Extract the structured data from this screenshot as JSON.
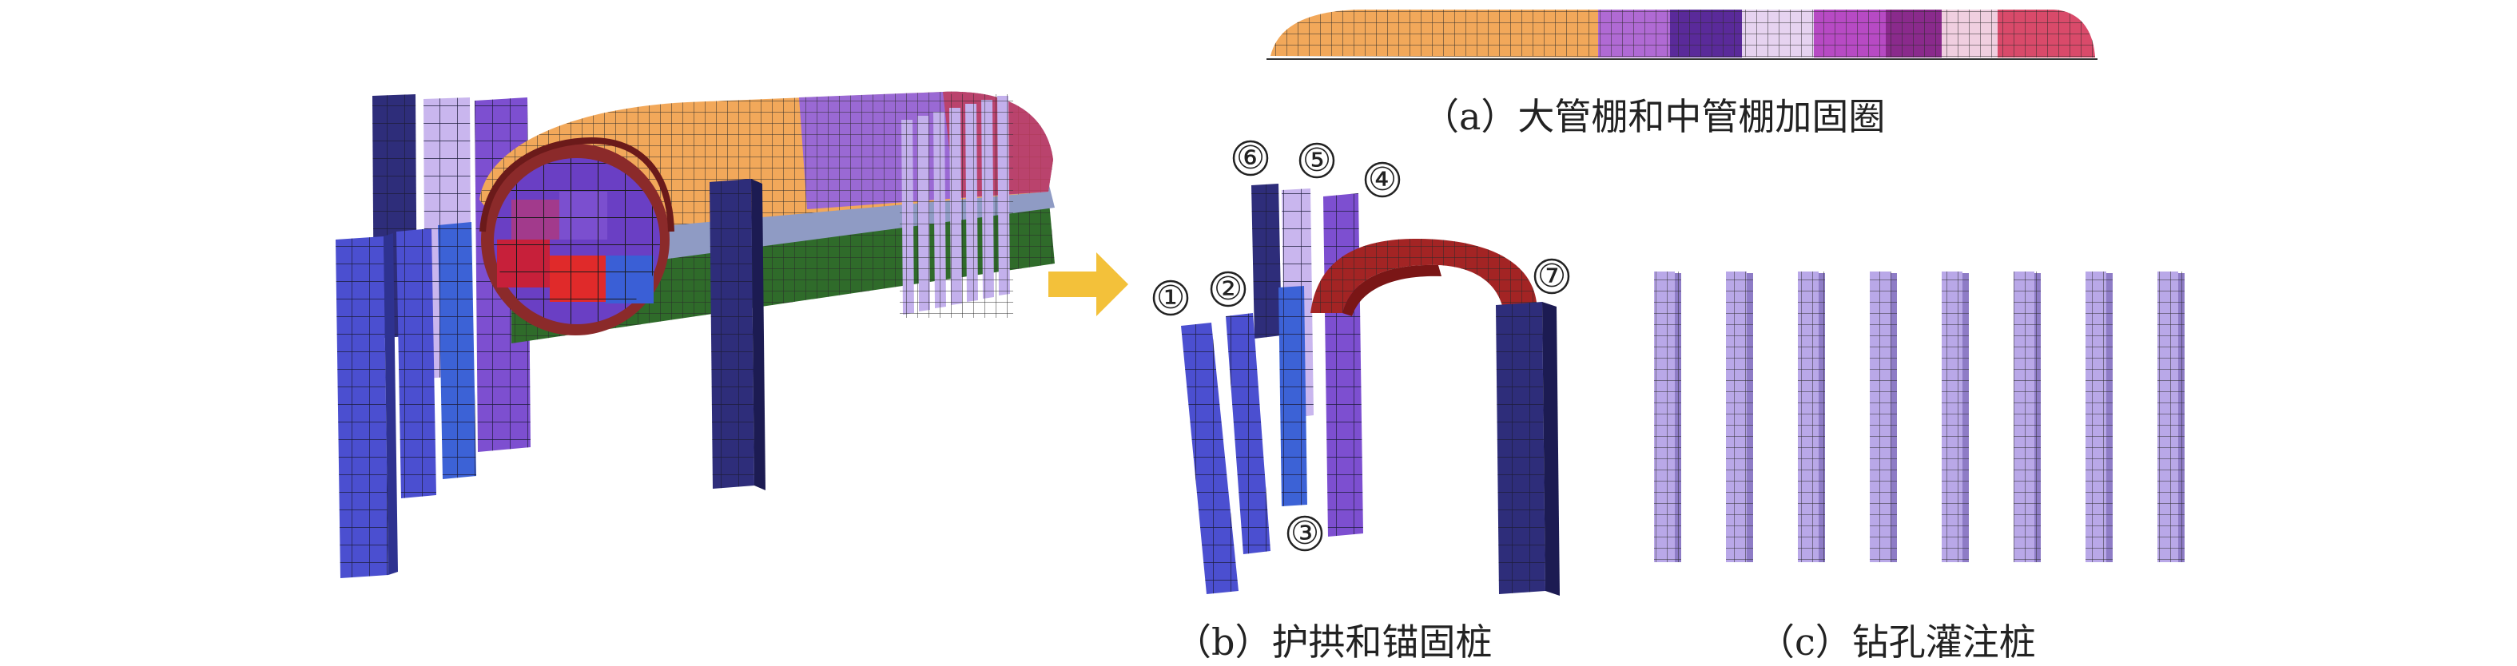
{
  "captions": {
    "a": "（a）大管棚和中管棚加固圈",
    "b": "（b）护拱和锚固桩",
    "c": "（c）钻孔灌注桩"
  },
  "pile_labels": [
    "①",
    "②",
    "③",
    "④",
    "⑤",
    "⑥",
    "⑦"
  ],
  "colors": {
    "pile_blue": "#4b4fd0",
    "pile_navy": "#2e2d7a",
    "pile_lavender": "#b9a8e8",
    "arch_red": "#a32424",
    "canopy_orange": "#f2a85a",
    "canopy_purple": "#8a4fc9",
    "arrow_yellow": "#f3c13a",
    "liner_green": "#2f6b2a",
    "mesh_line": "#2a2a2a"
  },
  "icons": {
    "arrow": "right-arrow-icon"
  }
}
